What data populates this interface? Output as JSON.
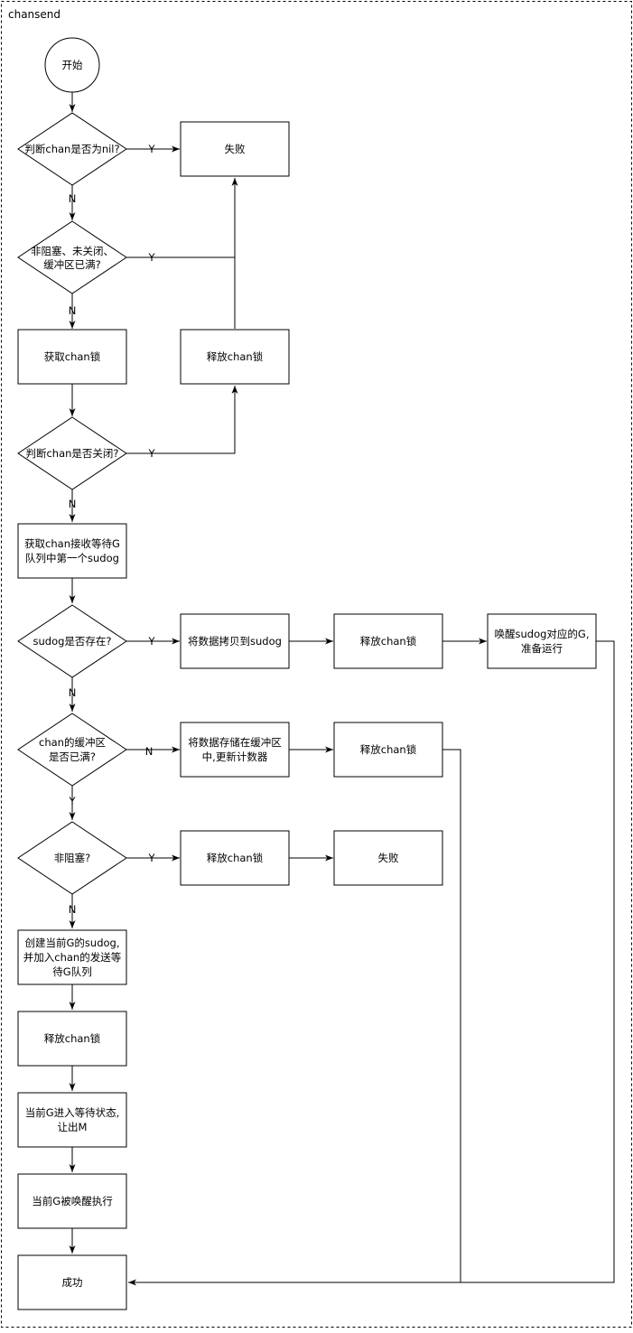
{
  "container": {
    "title": "chansend"
  },
  "nodes": {
    "start": {
      "lines": [
        "开始"
      ]
    },
    "check_nil": {
      "lines": [
        "判断chan是否为nil?"
      ]
    },
    "fail_1": {
      "lines": [
        "失败"
      ]
    },
    "check_nonblock_closed_full": {
      "lines": [
        "非阻塞、未关闭、",
        "缓冲区已满?"
      ]
    },
    "lock": {
      "lines": [
        "获取chan锁"
      ]
    },
    "unlock_1": {
      "lines": [
        "释放chan锁"
      ]
    },
    "check_closed": {
      "lines": [
        "判断chan是否关闭?"
      ]
    },
    "get_recv_sudog": {
      "lines": [
        "获取chan接收等待G",
        "队列中第一个sudog"
      ]
    },
    "check_sudog": {
      "lines": [
        "sudog是否存在?"
      ]
    },
    "copy_to_sudog": {
      "lines": [
        "将数据拷贝到sudog"
      ]
    },
    "unlock_2": {
      "lines": [
        "释放chan锁"
      ]
    },
    "wake_g": {
      "lines": [
        "唤醒sudog对应的G,",
        "准备运行"
      ]
    },
    "check_buffer_full": {
      "lines": [
        "chan的缓冲区",
        "是否已满?"
      ]
    },
    "store_buffer": {
      "lines": [
        "将数据存储在缓冲区",
        "中,更新计数器"
      ]
    },
    "unlock_3": {
      "lines": [
        "释放chan锁"
      ]
    },
    "check_nonblock": {
      "lines": [
        "非阻塞?"
      ]
    },
    "unlock_4": {
      "lines": [
        "释放chan锁"
      ]
    },
    "fail_2": {
      "lines": [
        "失败"
      ]
    },
    "create_sudog": {
      "lines": [
        "创建当前G的sudog,",
        "并加入chan的发送等",
        "待G队列"
      ]
    },
    "unlock_5": {
      "lines": [
        "释放chan锁"
      ]
    },
    "g_wait": {
      "lines": [
        "当前G进入等待状态,",
        "让出M"
      ]
    },
    "g_woken": {
      "lines": [
        "当前G被唤醒执行"
      ]
    },
    "success": {
      "lines": [
        "成功"
      ]
    }
  },
  "edge_labels": {
    "yes": "Y",
    "no": "N"
  }
}
